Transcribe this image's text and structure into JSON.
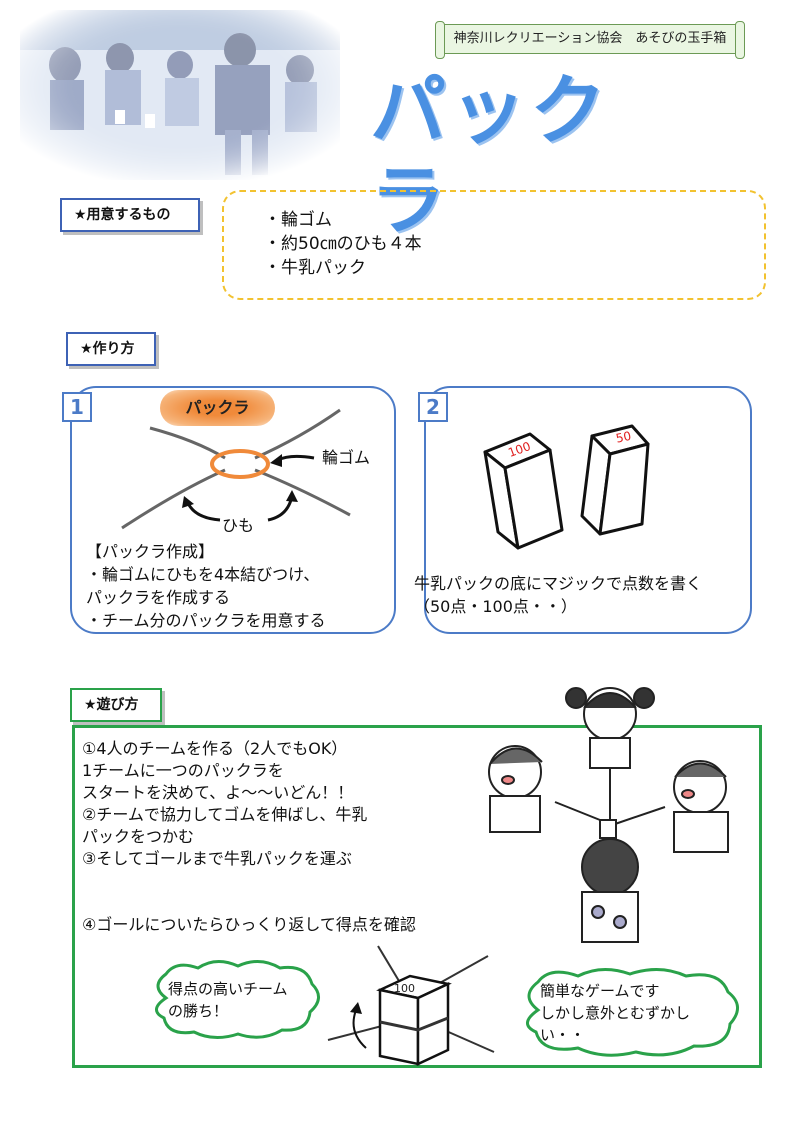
{
  "header": {
    "banner": "神奈川レクリエーション協会　あそびの玉手箱",
    "title": "パックラ"
  },
  "supplies": {
    "label": "★用意するもの",
    "items": [
      "・輪ゴム",
      "・約50㎝のひも４本",
      "・牛乳パック"
    ]
  },
  "howto": {
    "label": "★作り方",
    "step1": {
      "number": "1",
      "pill": "パックラ",
      "rubber_label": "輪ゴム",
      "string_label": "ひも",
      "lines": [
        "【パックラ作成】",
        "・輪ゴムにひもを4本結びつけ、",
        "パックラを作成する",
        "・チーム分のパックラを用意する"
      ]
    },
    "step2": {
      "number": "2",
      "box1_score": "100",
      "box2_score": "50",
      "lines": [
        "牛乳パックの底にマジックで点数を書く",
        "（50点・100点・・）"
      ]
    }
  },
  "play": {
    "label": "★遊び方",
    "lines": [
      "①4人のチームを作る（2人でもOK）",
      "1チームに一つのパックラを",
      "スタートを決めて、よ～～いどん！！",
      "②チームで協力してゴムを伸ばし、牛乳",
      "パックをつかむ",
      "③そしてゴールまで牛乳パックを運ぶ",
      "",
      "",
      "④ゴールについたらひっくり返して得点を確認"
    ],
    "cloud_left": [
      "得点の高いチーム",
      "の勝ち！"
    ],
    "cloud_right": [
      "簡単なゲームです",
      "しかし意外とむずかし",
      "い・・"
    ],
    "carton_score": "100"
  },
  "colors": {
    "title_blue": "#4a90e2",
    "section_blue": "#3e62b5",
    "section_green": "#2aa24a",
    "supplies_border": "#f2c230",
    "rubber_orange": "#f08a3a",
    "score_red": "#e02020"
  }
}
